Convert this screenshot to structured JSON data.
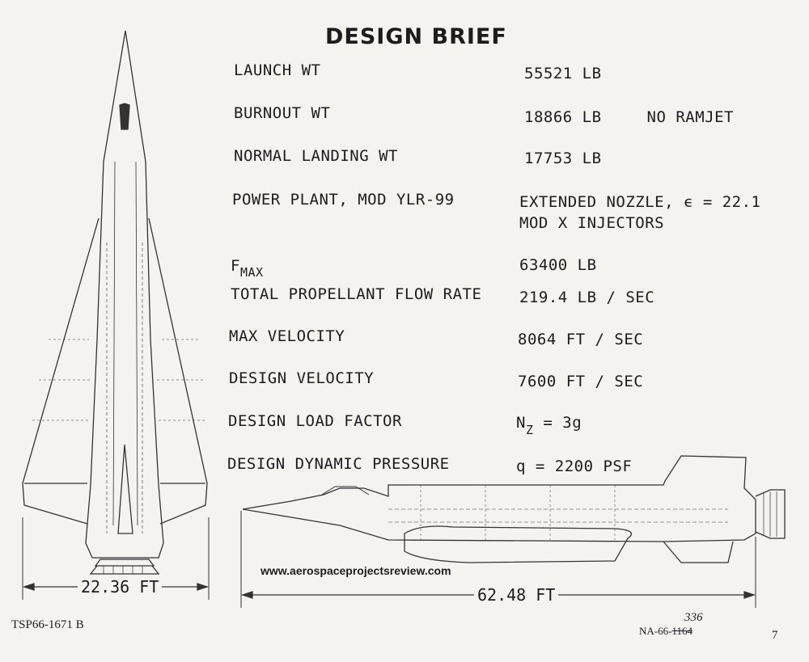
{
  "title": "DESIGN BRIEF",
  "specs": [
    {
      "label": "LAUNCH WT",
      "value": "55521 LB"
    },
    {
      "label": "BURNOUT WT",
      "value": "18866 LB",
      "note": "NO RAMJET"
    },
    {
      "label": "NORMAL LANDING WT",
      "value": "17753 LB"
    },
    {
      "label": "POWER PLANT, MOD YLR-99",
      "value": "EXTENDED NOZZLE, ϵ = 22.1",
      "value2": "MOD X INJECTORS"
    },
    {
      "label_main": "F",
      "label_sub": "MAX",
      "value": "63400 LB"
    },
    {
      "label": "TOTAL PROPELLANT FLOW RATE",
      "value": "219.4 LB / SEC"
    },
    {
      "label": "MAX VELOCITY",
      "value": "8064 FT / SEC"
    },
    {
      "label": "DESIGN VELOCITY",
      "value": "7600 FT / SEC"
    },
    {
      "label": "DESIGN LOAD FACTOR",
      "value_main": "N",
      "value_sub": "Z",
      "value_rest": " = 3g"
    },
    {
      "label": "DESIGN DYNAMIC PRESSURE",
      "value": "q = 2200 PSF"
    }
  ],
  "dimensions": {
    "span": "22.36 FT",
    "length": "62.48 FT"
  },
  "watermark": "www.aerospaceprojectsreview.com",
  "footer": {
    "doc_id": "TSP66-1671 B",
    "ref_prefix": "NA-66-",
    "ref_struck": "1164",
    "ref_handwritten": "336",
    "page": "7"
  }
}
